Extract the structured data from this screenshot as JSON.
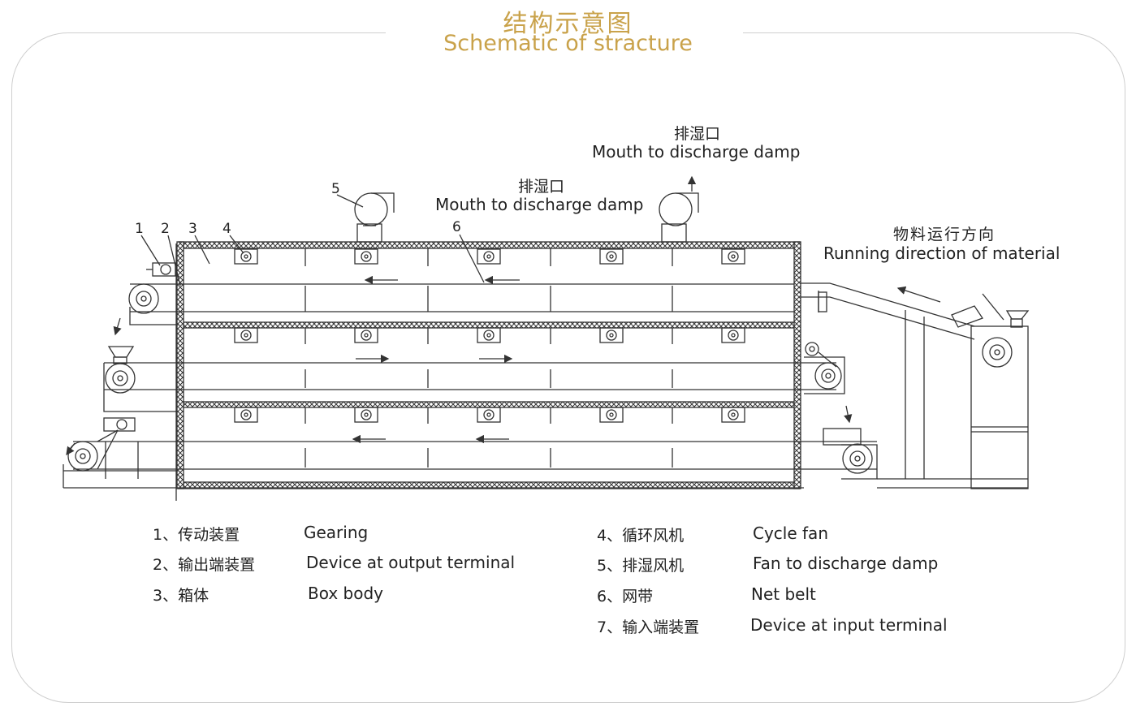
{
  "title": {
    "cn": "结构示意图",
    "en": "Schematic of stracture"
  },
  "annotations": {
    "damp_top_cn": "排湿口",
    "damp_top_en": "Mouth to discharge damp",
    "damp_mid_cn": "排湿口",
    "damp_mid_en": "Mouth to discharge damp",
    "direction_cn": "物料运行方向",
    "direction_en": "Running direction of material"
  },
  "callouts": [
    "1",
    "2",
    "3",
    "4",
    "5",
    "6"
  ],
  "legend": [
    {
      "cn": "1、传动装置",
      "en": "Gearing"
    },
    {
      "cn": "2、输出端装置",
      "en": "Device at output terminal"
    },
    {
      "cn": "3、箱体",
      "en": "Box body"
    },
    {
      "cn": "4、循环风机",
      "en": "Cycle fan"
    },
    {
      "cn": "5、排湿风机",
      "en": "Fan to discharge damp"
    },
    {
      "cn": "6、网带",
      "en": "Net belt"
    },
    {
      "cn": "7、输入端装置",
      "en": "Device at input terminal"
    }
  ],
  "colors": {
    "title": "#c9a24a",
    "line": "#333333",
    "frame": "#cfcfcf"
  }
}
